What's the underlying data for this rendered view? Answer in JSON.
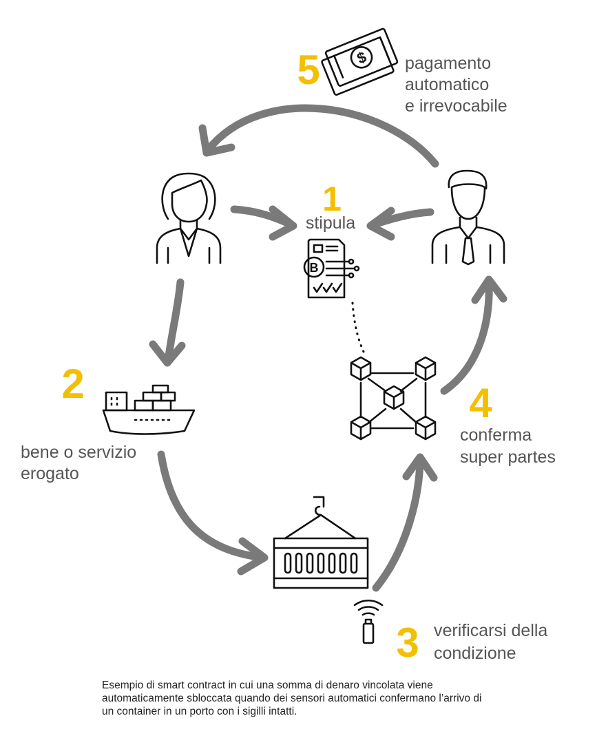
{
  "steps": [
    {
      "number": "1",
      "label_lines": [
        "stipula"
      ]
    },
    {
      "number": "2",
      "label_lines": [
        "bene o servizio",
        "erogato"
      ]
    },
    {
      "number": "3",
      "label_lines": [
        "verificarsi della",
        "condizione"
      ]
    },
    {
      "number": "4",
      "label_lines": [
        "conferma",
        "super partes"
      ]
    },
    {
      "number": "5",
      "label_lines": [
        "pagamento",
        "automatico",
        "e irrevocabile"
      ]
    }
  ],
  "caption_lines": [
    "Esempio di smart contract in cui una somma di denaro vincolata viene",
    "automaticamente sbloccata quando dei sensori automatici confermano l’arrivo di",
    "un container in un porto con i sigilli intatti."
  ],
  "colors": {
    "accent": "#f2c000",
    "arrow": "#7a7a7a",
    "label": "#555555",
    "icon": "#111111"
  },
  "icons": [
    "money-icon",
    "businesswoman-icon",
    "businessman-icon",
    "smart-contract-icon",
    "cargo-ship-icon",
    "shipping-container-icon",
    "sensor-icon",
    "blockchain-network-icon"
  ]
}
